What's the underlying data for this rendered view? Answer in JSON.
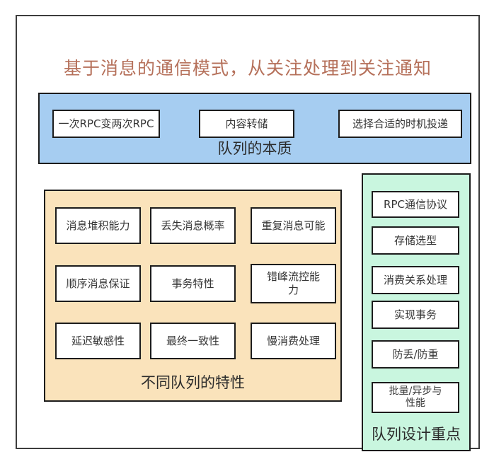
{
  "title": "基于消息的通信模式，从关注处理到关注通知",
  "colors": {
    "title_text": "#b5705a",
    "essence_panel_fill": "#a6cdf1",
    "characteristics_panel_fill": "#fae3bb",
    "design_focus_panel_fill": "#c9f6df",
    "box_border": "#1c1c1c"
  },
  "sections": {
    "essence": {
      "label": "队列的本质",
      "items": [
        "一次RPC变两次RPC",
        "内容转储",
        "选择合适的时机投递"
      ]
    },
    "characteristics": {
      "label": "不同队列的特性",
      "items": [
        "消息堆积能力",
        "丢失消息概率",
        "重复消息可能",
        "顺序消息保证",
        "事务特性",
        "错峰流控能\n力",
        "延迟敏感性",
        "最终一致性",
        "慢消费处理"
      ]
    },
    "design_focus": {
      "label": "队列设计重点",
      "items": [
        "RPC通信协议",
        "存储选型",
        "消费关系处理",
        "实现事务",
        "防丢/防重",
        "批量/异步与\n性能"
      ]
    }
  }
}
